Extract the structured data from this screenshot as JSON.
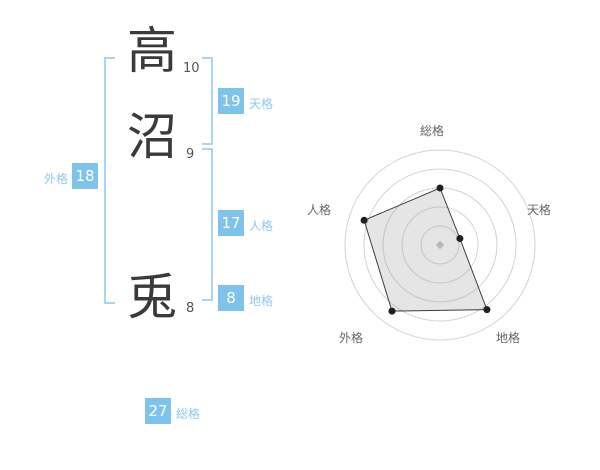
{
  "colors": {
    "accent": "#7fc3eb",
    "bracket": "#aad5f2",
    "badge_text": "#ffffff",
    "kanji": "#3a3a3a",
    "chart_ring": "#d2d2d2",
    "chart_stroke": "#3d3d3d",
    "chart_fill": "rgba(150,150,150,0.25)",
    "chart_point": "#1f1f1f",
    "chart_center": "#b8b8b8"
  },
  "name": {
    "characters": [
      {
        "char": "高",
        "strokes": "10"
      },
      {
        "char": "沼",
        "strokes": "9"
      },
      {
        "char": "兎",
        "strokes": "8"
      }
    ]
  },
  "grids": {
    "tenkaku": {
      "value": "19",
      "label": "天格"
    },
    "jinkaku": {
      "value": "17",
      "label": "人格"
    },
    "chikaku": {
      "value": "8",
      "label": "地格"
    },
    "gaikaku": {
      "value": "18",
      "label": "外格"
    },
    "soukaku": {
      "value": "27",
      "label": "総格"
    }
  },
  "chart_data": {
    "type": "radar",
    "categories": [
      "総格",
      "天格",
      "地格",
      "外格",
      "人格"
    ],
    "values": [
      60,
      22,
      84,
      86,
      84
    ],
    "max": 100,
    "rings": 5,
    "grid": "circular",
    "legend": "none"
  }
}
